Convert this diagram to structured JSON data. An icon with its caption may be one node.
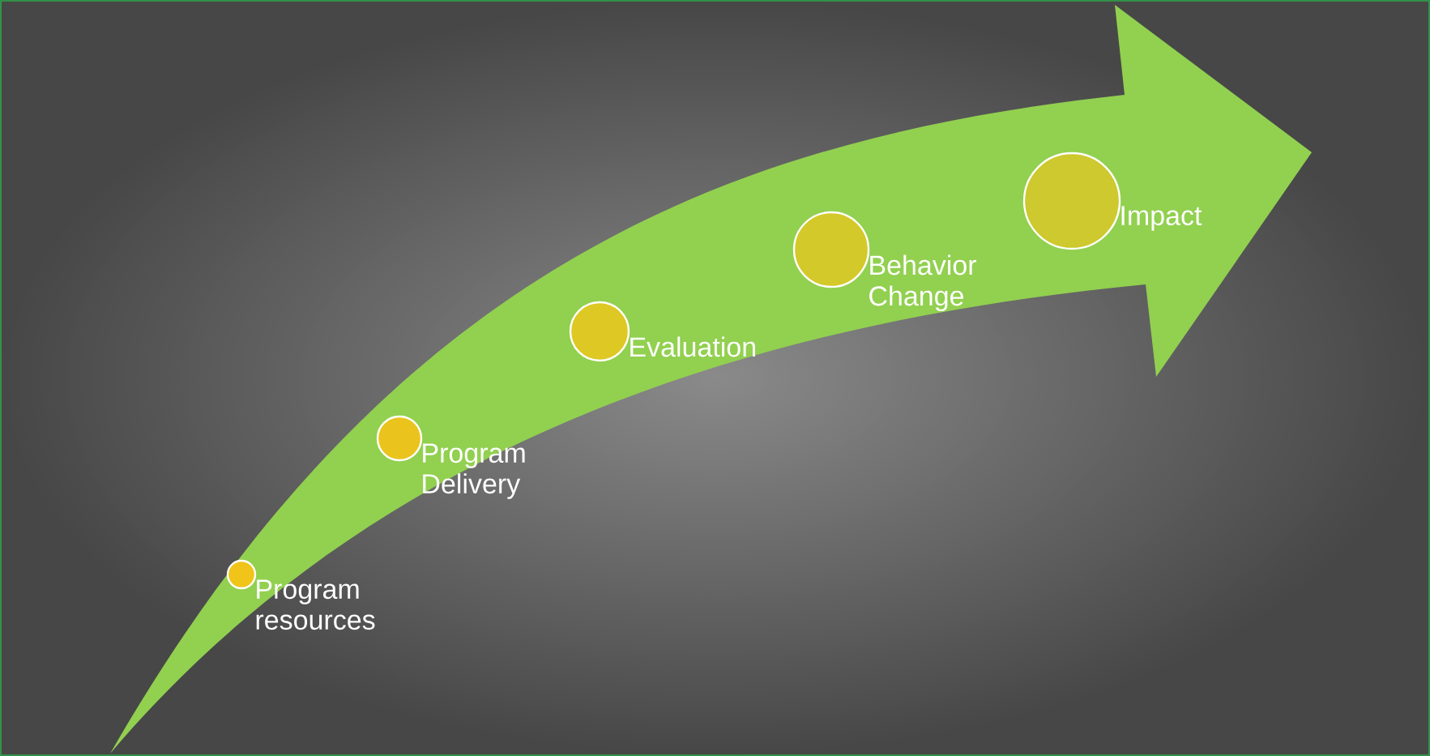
{
  "diagram": {
    "nodes": [
      {
        "text": [],
        "shape": "circle",
        "beside": [
          "Program resources"
        ]
      },
      {
        "text": [],
        "shape": "circle",
        "beside": [
          "Program Delivery"
        ]
      },
      {
        "text": [],
        "shape": "circle",
        "beside": [
          "Evaluation"
        ]
      },
      {
        "text": [],
        "shape": "circle",
        "beside": [
          "Behavior Change"
        ]
      },
      {
        "text": [],
        "shape": "circle",
        "beside": [
          "Impact"
        ]
      }
    ]
  }
}
